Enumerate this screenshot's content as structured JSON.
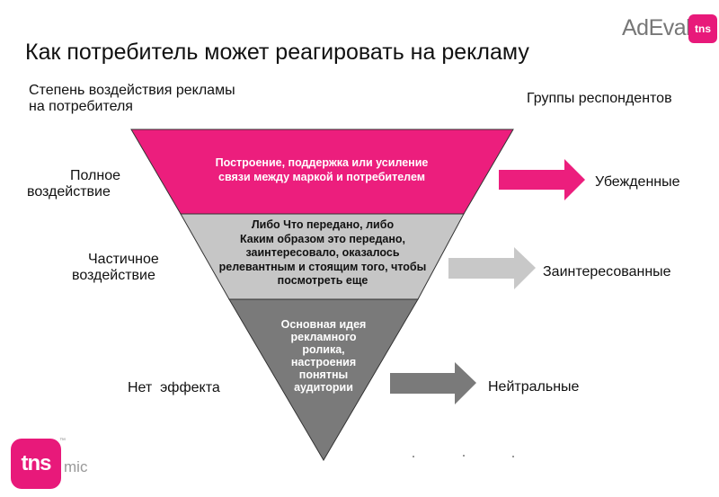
{
  "title": "Как потребитель может реагировать на рекламу",
  "left_header": [
    "Степень воздействия рекламы",
    "на потребителя"
  ],
  "right_header": "Группы респондентов",
  "logo": {
    "adeval": "AdEval",
    "tns": "tns"
  },
  "brand": {
    "tns": "tns",
    "mic": "mic",
    "tm": "™"
  },
  "levels": [
    {
      "label": [
        "Полное",
        "воздействие"
      ],
      "segment_lines": [
        "Построение, поддержка или усиление",
        "связи между маркой и потребителем"
      ],
      "group": "Убежденные",
      "segment_color": "#ec1e7d",
      "text_color": "#ffffff",
      "arrow_color": "#ec1e7d"
    },
    {
      "label": [
        "Частичное",
        "воздействие"
      ],
      "segment_lines": [
        "Либо Что передано, либо",
        "Каким образом это передано,",
        "заинтересовало, оказалось",
        "релевантным и стоящим того, чтобы",
        "посмотреть еще"
      ],
      "group": "Заинтересованные",
      "segment_color": "#c6c6c6",
      "text_color": "#111111",
      "arrow_color": "#c8c8c8"
    },
    {
      "label": [
        "Нет  эффекта"
      ],
      "segment_lines": [
        "Основная идея",
        "рекламного",
        "ролика,",
        "настроения",
        "понятны",
        "аудитории"
      ],
      "group": "Нейтральные",
      "segment_color": "#7a7a7a",
      "text_color": "#ffffff",
      "arrow_color": "#7a7a7a"
    }
  ]
}
